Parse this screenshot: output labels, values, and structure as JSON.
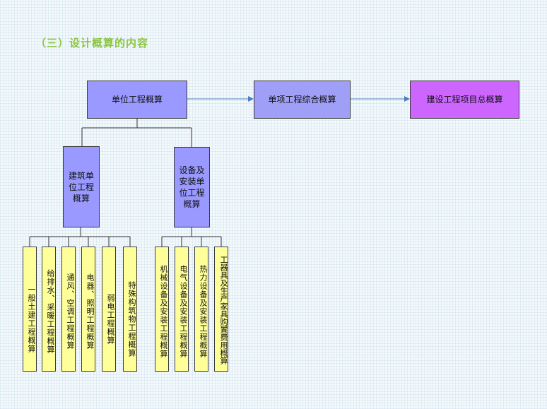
{
  "title": "（三）设计概算的内容",
  "top_row": {
    "unit": "单位工程概算",
    "item": "单项工程综合概算",
    "total": "建设工程项目总概算"
  },
  "level2": {
    "building": "建筑单位工程概算",
    "equipment": "设备及安装单位工程概算"
  },
  "building_items": [
    "一般土建工程概算",
    "给排水、采暖工程概算",
    "通风、空调工程概算",
    "电器、照明工程概算",
    "弱电工程概算",
    "特殊构筑物工程概算"
  ],
  "equipment_items": [
    "机械设备及安装工程概算",
    "电气设备及安装工程概算",
    "热力设备及安装工程概算",
    "工器具及生产家具购置费用概算"
  ],
  "colors": {
    "title": "#8cc63f",
    "blue_box": "#9999ff",
    "magenta_box": "#cc66ff",
    "yellow_box": "#ffff99",
    "arrow": "#4a7ebf"
  }
}
